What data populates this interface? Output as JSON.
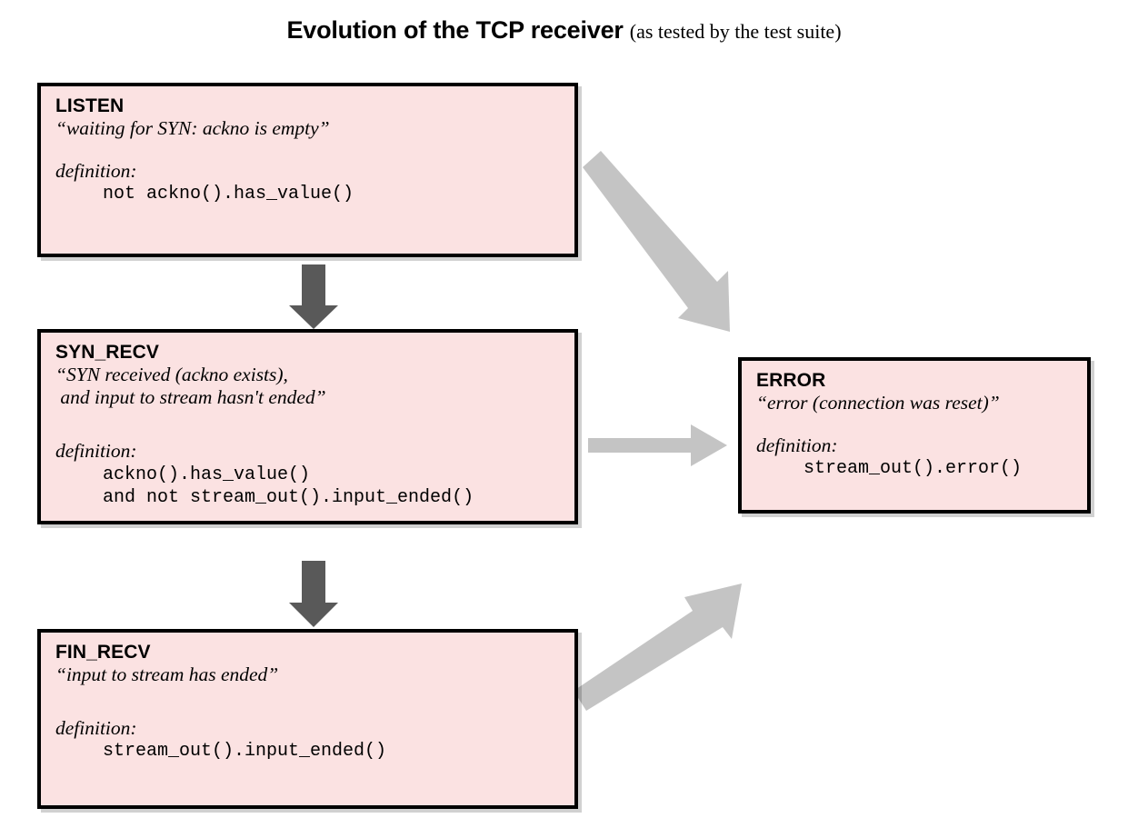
{
  "title": {
    "main": "Evolution of the TCP receiver",
    "sub": "(as tested by the test suite)"
  },
  "colors": {
    "box_fill": "#fbe2e2",
    "box_border": "#000000",
    "arrow_gray": "#c4c4c4",
    "arrow_dark": "#595959",
    "text": "#000000",
    "background": "#ffffff"
  },
  "states": {
    "listen": {
      "name": "LISTEN",
      "description": "“waiting for SYN: ackno is empty”",
      "definition_label": "definition:",
      "definition_code": "not ackno().has_value()"
    },
    "syn_recv": {
      "name": "SYN_RECV",
      "description": "“SYN received (ackno exists),\n and input to stream hasn't ended”",
      "definition_label": "definition:",
      "definition_code": "ackno().has_value()\nand not stream_out().input_ended()"
    },
    "fin_recv": {
      "name": "FIN_RECV",
      "description": "“input to stream has ended”",
      "definition_label": "definition:",
      "definition_code": "stream_out().input_ended()"
    },
    "error": {
      "name": "ERROR",
      "description": "“error (connection was reset)”",
      "definition_label": "definition:",
      "definition_code": "stream_out().error()"
    }
  },
  "transitions": [
    {
      "id": "listen-to-syn",
      "from": "LISTEN",
      "to": "SYN_RECV",
      "style": "dark-vertical"
    },
    {
      "id": "syn-to-fin",
      "from": "SYN_RECV",
      "to": "FIN_RECV",
      "style": "dark-vertical"
    },
    {
      "id": "listen-to-error",
      "from": "LISTEN",
      "to": "ERROR",
      "style": "gray-diagonal-down"
    },
    {
      "id": "syn-to-error",
      "from": "SYN_RECV",
      "to": "ERROR",
      "style": "gray-horizontal"
    },
    {
      "id": "fin-to-error",
      "from": "FIN_RECV",
      "to": "ERROR",
      "style": "gray-diagonal-up"
    }
  ]
}
